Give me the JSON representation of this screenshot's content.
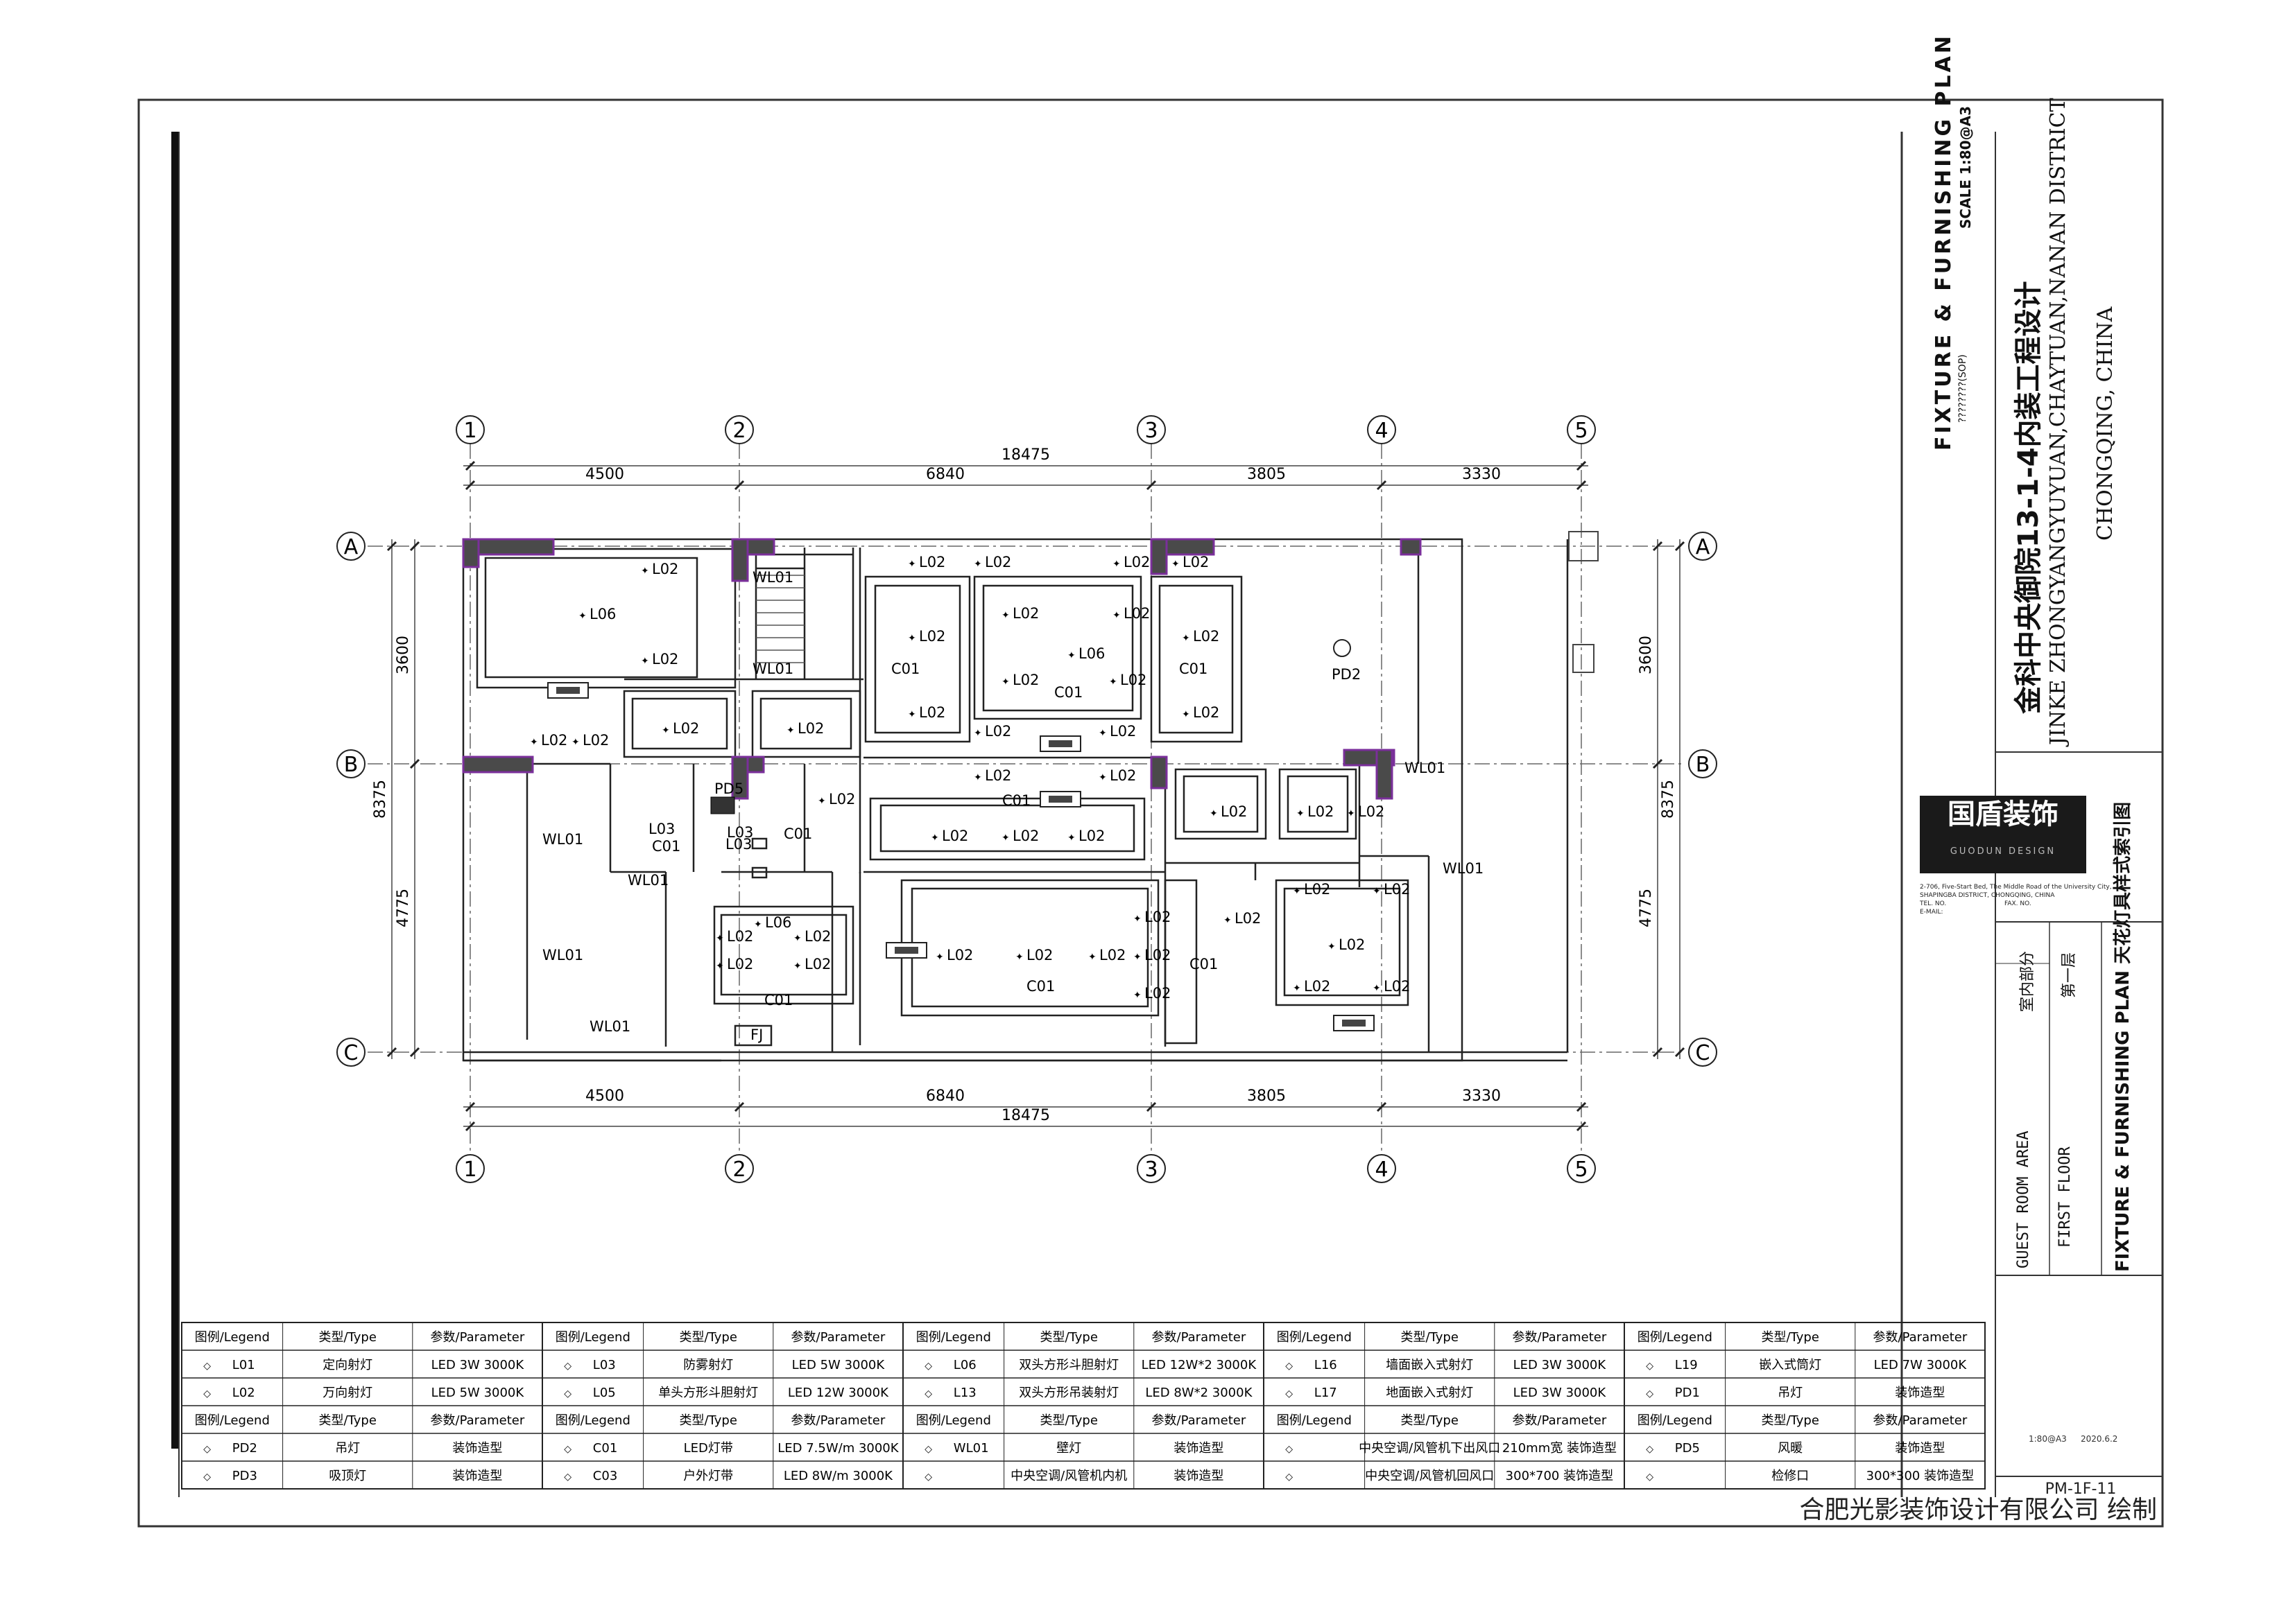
{
  "plan": {
    "grid_cols": [
      "1",
      "2",
      "3",
      "4",
      "5"
    ],
    "grid_rows": [
      "A",
      "B",
      "C"
    ],
    "dims_top": [
      "4500",
      "6840",
      "3805",
      "3330"
    ],
    "dims_total": "18475",
    "dims_left": [
      "3600",
      "4775"
    ],
    "dims_left_total": "8375",
    "dims_right": [
      "3600",
      "4775"
    ],
    "dims_right_total": "8375",
    "fixture_labels": {
      "L02": "L02",
      "L03": "L03",
      "L06": "L06",
      "C01": "C01",
      "WL01": "WL01",
      "PD2": "PD2",
      "PD5": "PD5",
      "FJ": "FJ"
    }
  },
  "title_block": {
    "drawing_title": "FIXTURE & FURNISHING PLAN",
    "scale": "SCALE 1:80@A3",
    "scale_note": "????????(SOP)",
    "project_cn": "金科中央御院13-1-4内装工程设计",
    "project_en": "JINKE ZHONGYANGYUYUAN,CHAYTUAN,NANAN DISTRICT",
    "location": "CHONGQING, CHINA",
    "company_name": "国盾装饰",
    "company_en": "GUODUN DESIGN",
    "address_1": "2-706, Five-Start Bed, The Middle Road of the University City,",
    "address_2": "SHAPINGBA DISTRICT, CHONGQING, CHINA",
    "tel": "TEL. NO.",
    "fax": "FAX. NO.",
    "email": "E-MAIL:",
    "area_cn": "室内部分",
    "floor_cn": "第一层",
    "sheet_title_en": "FIXTURE & FURNISHING PLAN 天花灯具样式索引图",
    "area_en": "GUEST ROOM AREA",
    "floor_en": "FIRST FLOOR",
    "date": "2020.6.2",
    "scale_small": "1:80@A3",
    "sheet_no": "PM-1F-11"
  },
  "legend": {
    "headers": {
      "legend": "图例/Legend",
      "type": "类型/Type",
      "param": "参数/Parameter"
    },
    "rows_top": [
      [
        [
          "L01",
          "定向射灯",
          "LED 3W 3000K"
        ],
        [
          "L03",
          "防雾射灯",
          "LED 5W 3000K"
        ],
        [
          "L06",
          "双头方形斗胆射灯",
          "LED 12W*2 3000K"
        ],
        [
          "L16",
          "墙面嵌入式射灯",
          "LED 3W 3000K"
        ],
        [
          "L19",
          "嵌入式筒灯",
          "LED 7W 3000K"
        ]
      ],
      [
        [
          "L02",
          "万向射灯",
          "LED 5W 3000K"
        ],
        [
          "L05",
          "单头方形斗胆射灯",
          "LED 12W 3000K"
        ],
        [
          "L13",
          "双头方形吊装射灯",
          "LED 8W*2 3000K"
        ],
        [
          "L17",
          "地面嵌入式射灯",
          "LED 3W 3000K"
        ],
        [
          "PD1",
          "吊灯",
          "装饰造型"
        ]
      ]
    ],
    "rows_bottom": [
      [
        [
          "PD2",
          "吊灯",
          "装饰造型"
        ],
        [
          "C01",
          "LED灯带",
          "LED 7.5W/m 3000K"
        ],
        [
          "WL01",
          "壁灯",
          "装饰造型"
        ],
        [
          "",
          "中央空调/风管机下出风口",
          "210mm宽 装饰造型"
        ],
        [
          "PD5",
          "风暖",
          "装饰造型"
        ]
      ],
      [
        [
          "PD3",
          "吸顶灯",
          "装饰造型"
        ],
        [
          "C03",
          "户外灯带",
          "LED 8W/m 3000K"
        ],
        [
          "",
          "中央空调/风管机内机",
          "装饰造型"
        ],
        [
          "",
          "中央空调/风管机回风口",
          "300*700 装饰造型"
        ],
        [
          "",
          "检修口",
          "300*300 装饰造型"
        ]
      ]
    ]
  },
  "footer": {
    "credit": "合肥光影装饰设计有限公司 绘制"
  }
}
